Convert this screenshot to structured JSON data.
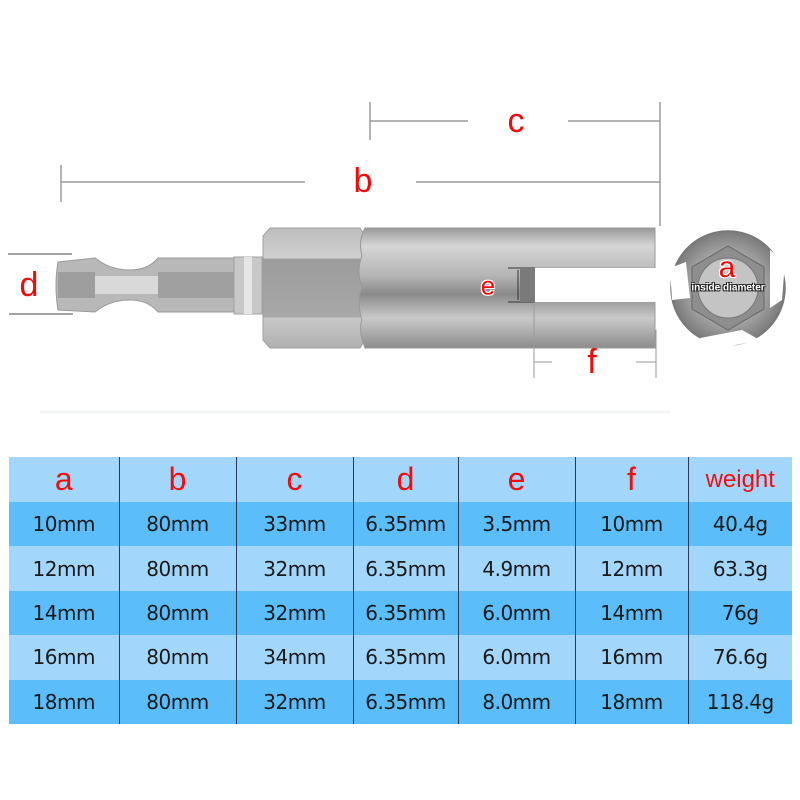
{
  "diagram": {
    "labels": {
      "a": "a",
      "b": "b",
      "c": "c",
      "d": "d",
      "e": "e",
      "f": "f",
      "inside_diameter": "inside diameter"
    },
    "accent_color": "#f00a0a"
  },
  "spec_table": {
    "headers": [
      "a",
      "b",
      "c",
      "d",
      "e",
      "f",
      "weight"
    ],
    "rows": [
      [
        "10mm",
        "80mm",
        "33mm",
        "6.35mm",
        "3.5mm",
        "10mm",
        "40.4g"
      ],
      [
        "12mm",
        "80mm",
        "32mm",
        "6.35mm",
        "4.9mm",
        "12mm",
        "63.3g"
      ],
      [
        "14mm",
        "80mm",
        "32mm",
        "6.35mm",
        "6.0mm",
        "14mm",
        "76g"
      ],
      [
        "16mm",
        "80mm",
        "34mm",
        "6.35mm",
        "6.0mm",
        "16mm",
        "76.6g"
      ],
      [
        "18mm",
        "80mm",
        "32mm",
        "6.35mm",
        "8.0mm",
        "18mm",
        "118.4g"
      ]
    ],
    "colors": {
      "header_bg": "#a3d6fb",
      "row_dark": "#5bbdfa",
      "row_light": "#a3d6fb",
      "header_text": "#f10d0d"
    }
  }
}
